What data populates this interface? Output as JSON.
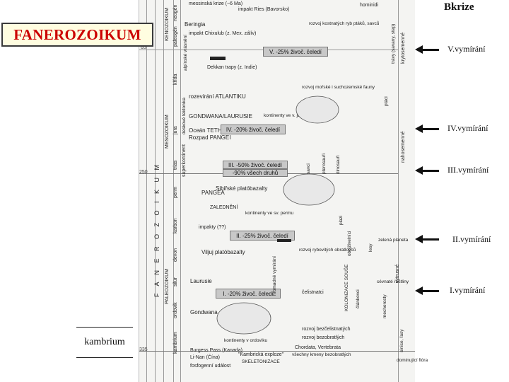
{
  "title": "FANEROZOIKUM",
  "heading": "Bkrize",
  "extinctions": [
    "V.vymírání",
    "IV.vymírání",
    "III.vymírání",
    "II.vymírání",
    "I.vymírání"
  ],
  "footnote": "kambrium",
  "scan": {
    "eras": [
      "KENOZOIKUM",
      "MESOZOIKUM",
      "PALEOZOIKUM"
    ],
    "eon": "F A N E R O Z O I K U M",
    "periods": [
      "neogén",
      "paleogén",
      "křída",
      "jura",
      "trias",
      "perm",
      "karbon",
      "devon",
      "silur",
      "ordovik",
      "kambrium"
    ],
    "ticks": [
      "65",
      "250",
      "335"
    ],
    "tectonics": [
      "Beringia",
      "alpínské vrásnění",
      "rozevírání ATLANTIKU",
      "deskové tektonika",
      "GONDWANA/LAURUSIE",
      "Oceán TETHYS",
      "Rozpad PANGEI",
      "superkontinent",
      "PANGEA",
      "Sibiřské platóbazalty",
      "ZALEDNĚNÍ",
      "Viljuj platóbazalty",
      "Laurusie",
      "Gondwana"
    ],
    "events": [
      "messinská krize (~6 Ma)",
      "impakt Ries (Bavorsko)",
      "impakt Chixulub (z. Mex. zálív)",
      "Dekkan trapy (z. Indie)",
      "impakty (??)",
      "kontinenty ve v. jurů",
      "kontinenty ve sv. permu",
      "kontinenty v ordoviku",
      "Burgess Pass (Kanada)",
      "Li-Nan (Čína)",
      "fosfogenní událost",
      "\"Kambrická exploze\"",
      "SKELETONIZACE"
    ],
    "crises": [
      "V. -25% živoč. čeledí",
      "IV. -20% živoč. čeledí",
      "III. -50% živoč. čeledí",
      "-90% všech druhů",
      "II. -25% živoč. čeledí",
      "I. -20% živoč. čeledí"
    ],
    "biology": [
      "hominidi",
      "rozvoj kostnatých ryb ptáků, savců",
      "rozvoj mořské i suchozemské fauny",
      "savci",
      "pterosauři",
      "dinosauři",
      "plazi",
      "obojživelníci",
      "zelená planeta",
      "lesy",
      "rozvoj rybovitých obratlovců",
      "hromadné vymírání",
      "KOLONIZACE SOUŠE",
      "čelistnatci",
      "článkovci",
      "cévnaté rostliny",
      "mechorosty",
      "rozvoj bezčelistnatých",
      "rozvoj bezobratlých",
      "Chordata, Vertebrata",
      "všechny kmeny bezobratlých",
      "krytosemenné",
      "nahosemenné",
      "výtrusné",
      "sinice, řasy",
      "dominující flóra",
      "trávy (savany, step)",
      "ptáci"
    ]
  }
}
